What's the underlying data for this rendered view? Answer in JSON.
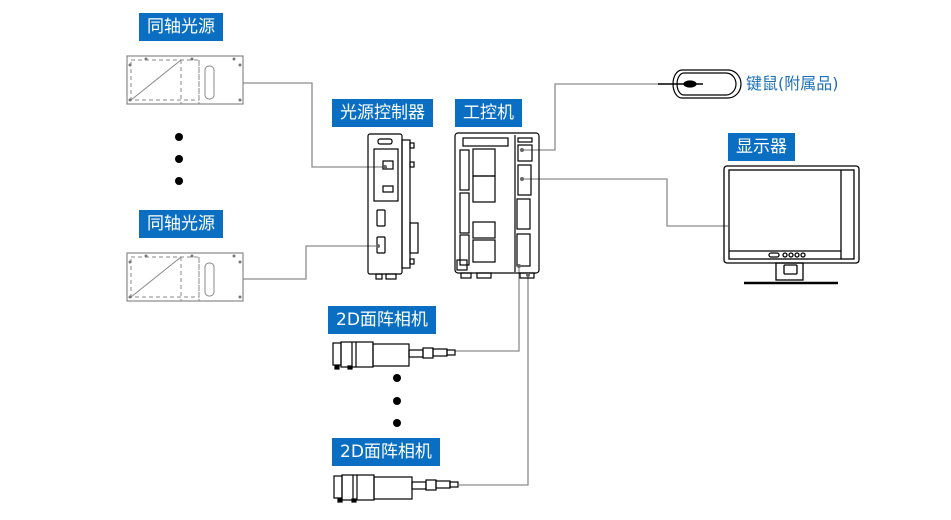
{
  "labels": {
    "coaxial_light_top": "同轴光源",
    "coaxial_light_bottom": "同轴光源",
    "light_controller": "光源控制器",
    "industrial_pc": "工控机",
    "monitor": "显示器",
    "camera_top": "2D面阵相机",
    "camera_bottom": "2D面阵相机",
    "mouse": "键鼠(附属品)"
  },
  "colors": {
    "label_bg": "#0a6fc2",
    "label_text": "#ffffff",
    "mouse_label": "#1e6fb8",
    "connector_line": "#8c8c8c",
    "device_outline": "#000000"
  }
}
